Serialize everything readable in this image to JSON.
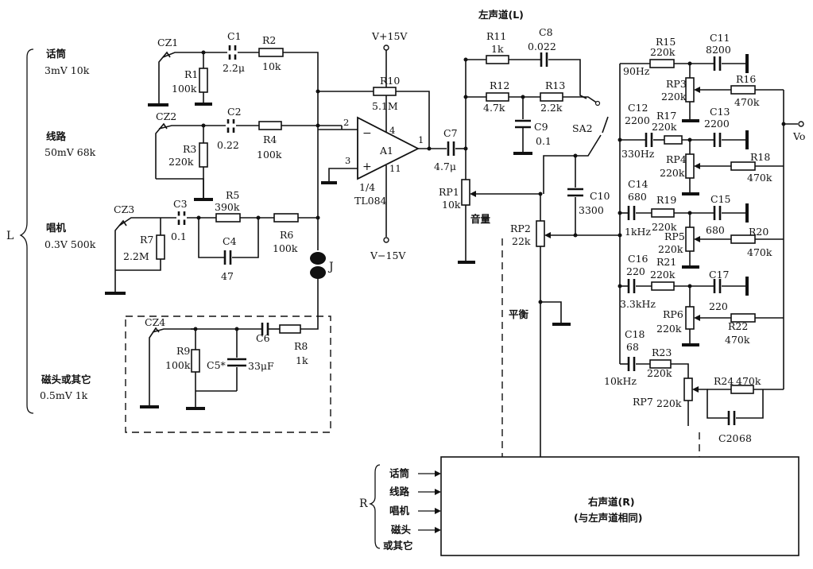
{
  "inputs_left": [
    {
      "name": "话筒",
      "spec": "3mV 10k"
    },
    {
      "name": "线路",
      "spec": "50mV 68k"
    },
    {
      "name": "唱机",
      "spec": "0.3V 500k"
    },
    {
      "name": "磁头或其它",
      "spec": "0.5mV 1k"
    }
  ],
  "channel_left_letter": "L",
  "channel_right_letter": "R",
  "title_left_channel": "左声道(L)",
  "opamp": {
    "name": "A1",
    "type": "1/4",
    "part": "TL084",
    "pin_inv": "2",
    "pin_noninv": "3",
    "pin_out": "1",
    "pin_vplus": "4",
    "pin_vminus": "11"
  },
  "supply": {
    "vplus": "V+15V",
    "vminus": "V−15V"
  },
  "connectors": [
    "CZ1",
    "CZ2",
    "CZ3",
    "CZ4"
  ],
  "jack": "J",
  "components": {
    "C1": [
      "C1",
      "2.2μ"
    ],
    "R2": [
      "R2",
      "10k"
    ],
    "R1": [
      "R1",
      "100k"
    ],
    "C2": [
      "C2",
      "0.22"
    ],
    "R4": [
      "R4",
      "100k"
    ],
    "R3": [
      "R3",
      "220k"
    ],
    "C3": [
      "C3",
      "0.1"
    ],
    "R5": [
      "R5",
      "390k"
    ],
    "R6": [
      "R6",
      "100k"
    ],
    "R7": [
      "R7",
      "2.2M"
    ],
    "C4": [
      "C4",
      "47"
    ],
    "R9": [
      "R9",
      "100k"
    ],
    "C5": [
      "C5*",
      ""
    ],
    "C6": [
      "C6",
      "33μF"
    ],
    "R8": [
      "R8",
      "1k"
    ],
    "R10": [
      "R10",
      "5.1M"
    ],
    "C7": [
      "C7",
      "4.7μ"
    ],
    "RP1": [
      "RP1",
      "10k"
    ],
    "R11": [
      "R11",
      "1k"
    ],
    "C8": [
      "C8",
      "0.022"
    ],
    "R12": [
      "R12",
      "4.7k"
    ],
    "R13": [
      "R13",
      "2.2k"
    ],
    "C9": [
      "C9",
      "0.1"
    ],
    "SA2": [
      "SA2",
      ""
    ],
    "C10": [
      "C10",
      "3300"
    ],
    "RP2": [
      "RP2",
      "22k"
    ],
    "R15": [
      "R15",
      "220k"
    ],
    "C11": [
      "C11",
      "8200"
    ],
    "RP3": [
      "RP3",
      "220k"
    ],
    "R16": [
      "R16",
      "470k"
    ],
    "C12": [
      "C12",
      "2200"
    ],
    "R17": [
      "R17",
      "220k"
    ],
    "C13": [
      "C13",
      "2200"
    ],
    "RP4": [
      "RP4",
      "220k"
    ],
    "R18": [
      "R18",
      "470k"
    ],
    "C14": [
      "C14",
      "680"
    ],
    "R19": [
      "R19",
      "220k"
    ],
    "C15": [
      "C15",
      "680"
    ],
    "RP5": [
      "RP5",
      "220k"
    ],
    "R20": [
      "R20",
      "470k"
    ],
    "C16": [
      "C16",
      "220"
    ],
    "R21": [
      "R21",
      "220k"
    ],
    "C17": [
      "C17",
      "220"
    ],
    "RP6": [
      "RP6",
      "220k"
    ],
    "R22": [
      "R22",
      "470k"
    ],
    "C18": [
      "C18",
      "68"
    ],
    "R23": [
      "R23",
      "220k"
    ],
    "RP7": [
      "RP7",
      "220k"
    ],
    "R24": [
      "R24",
      "470k"
    ],
    "C20": [
      "C20",
      "68"
    ]
  },
  "freq_labels": [
    "90Hz",
    "330Hz",
    "1kHz",
    "3.3kHz",
    "10kHz"
  ],
  "control_labels": {
    "volume": "音量",
    "balance": "平衡"
  },
  "output_label": "Vo",
  "right_channel_box": {
    "title": "右声道(R)",
    "subtitle": "(与左声道相同)"
  },
  "right_inputs": [
    "话筒",
    "线路",
    "唱机",
    "磁头",
    "或其它"
  ]
}
